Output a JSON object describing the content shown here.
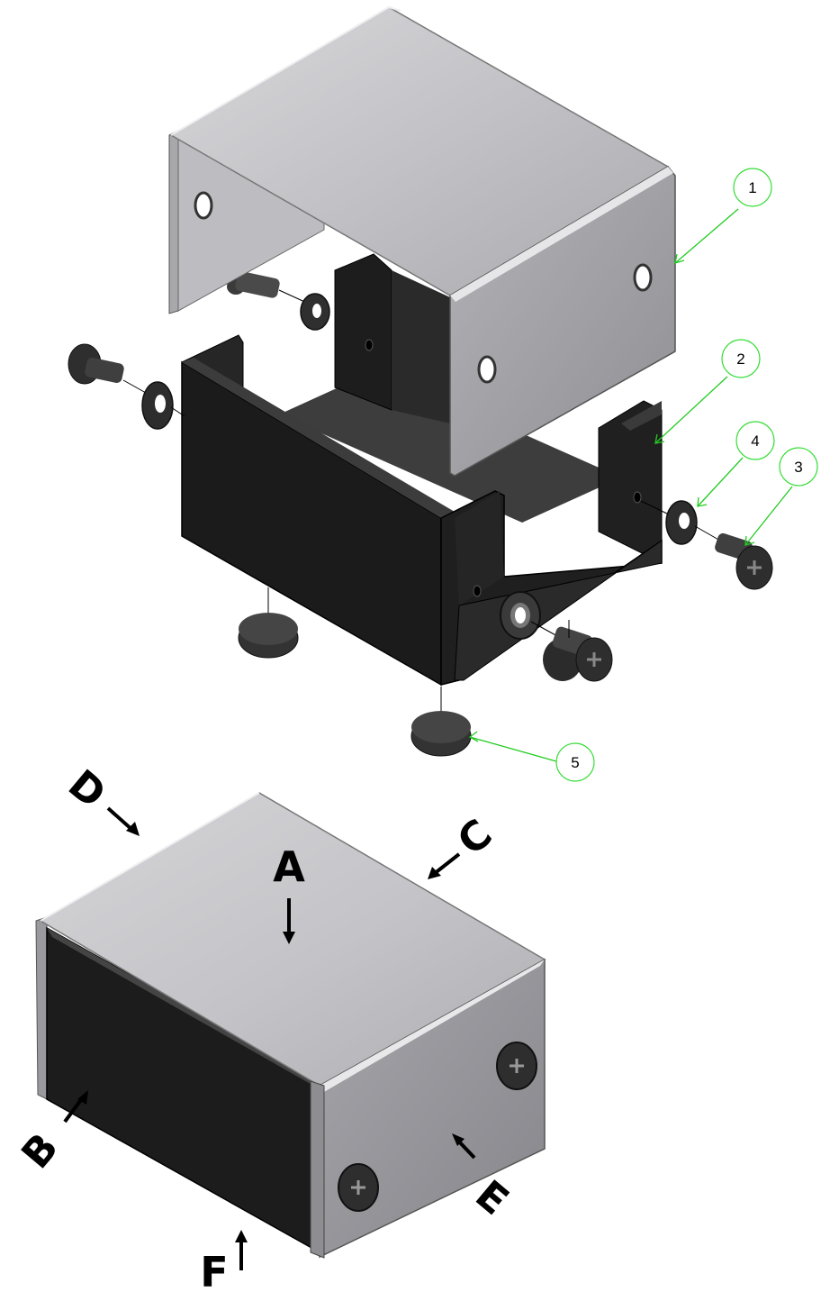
{
  "balloons": [
    {
      "id": "balloon-1",
      "label": "1"
    },
    {
      "id": "balloon-2",
      "label": "2"
    },
    {
      "id": "balloon-3",
      "label": "3"
    },
    {
      "id": "balloon-4",
      "label": "4"
    },
    {
      "id": "balloon-5",
      "label": "5"
    }
  ],
  "view_letters": {
    "a": "A",
    "b": "B",
    "c": "C",
    "d": "D",
    "e": "E",
    "f": "F"
  },
  "colors": {
    "balloon_outline": "#33dd33",
    "leader_line": "#22cc22",
    "cover_light": "#c9c9cc",
    "cover_mid": "#a6a6aa",
    "cover_dark": "#8a8a8e",
    "base_black": "#1e1e1e",
    "base_dark": "#2b2b2b",
    "hardware": "#3a3a3a"
  }
}
